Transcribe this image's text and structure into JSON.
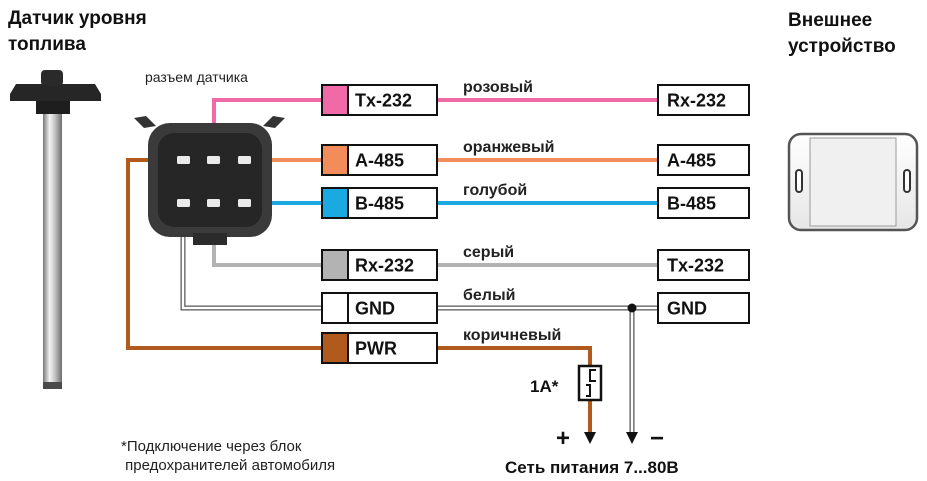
{
  "sensor": {
    "title_line1": "Датчик уровня",
    "title_line2": "топлива",
    "connector_label": "разъем датчика"
  },
  "device": {
    "title_line1": "Внешнее",
    "title_line2": "устройство"
  },
  "wires": [
    {
      "left_label": "Tx-232",
      "right_label": "Rx-232",
      "color_name": "розовый",
      "color": "#f06aa8"
    },
    {
      "left_label": "A-485",
      "right_label": "A-485",
      "color_name": "оранжевый",
      "color": "#f28c5a"
    },
    {
      "left_label": "B-485",
      "right_label": "B-485",
      "color_name": "голубой",
      "color": "#1aa9e0"
    },
    {
      "left_label": "Rx-232",
      "right_label": "Tx-232",
      "color_name": "серый",
      "color": "#b3b3b3"
    },
    {
      "left_label": "GND",
      "right_label": "GND",
      "color_name": "белый",
      "color": "#ffffff"
    },
    {
      "left_label": "PWR",
      "right_label": "",
      "color_name": "коричневый",
      "color": "#b05a1e"
    }
  ],
  "fuse": {
    "label": "1A*"
  },
  "power": {
    "plus": "+",
    "minus": "−",
    "label": "Сеть питания 7...80В"
  },
  "footnote": {
    "line1": "*Подключение через блок",
    "line2": " предохранителей автомобиля"
  }
}
